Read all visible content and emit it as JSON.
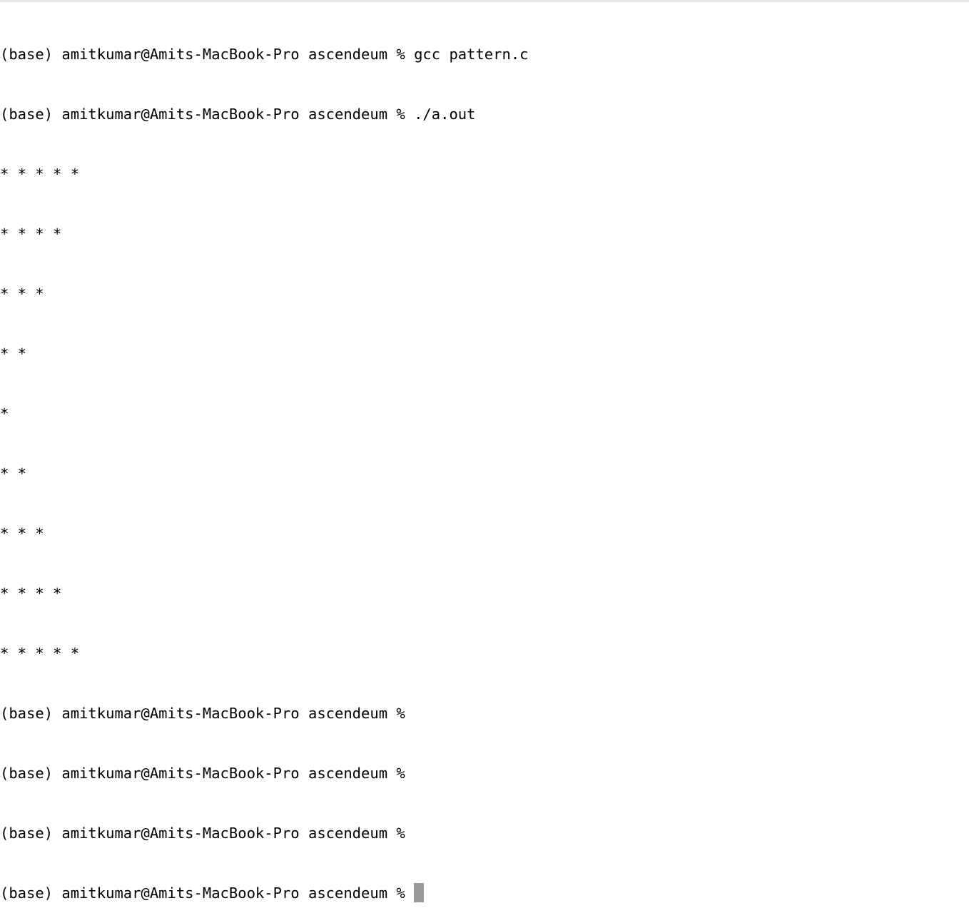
{
  "terminal": {
    "lines": [
      "(base) amitkumar@Amits-MacBook-Pro ascendeum % gcc pattern.c",
      "(base) amitkumar@Amits-MacBook-Pro ascendeum % ./a.out",
      "* * * * * ",
      "* * * * ",
      "* * * ",
      "* * ",
      "* ",
      "* * ",
      "* * * ",
      "* * * * ",
      "* * * * * ",
      "(base) amitkumar@Amits-MacBook-Pro ascendeum %",
      "(base) amitkumar@Amits-MacBook-Pro ascendeum %",
      "(base) amitkumar@Amits-MacBook-Pro ascendeum %",
      "(base) amitkumar@Amits-MacBook-Pro ascendeum % "
    ],
    "text_color": "#000000",
    "background_color": "#ffffff",
    "cursor_color": "#999999"
  }
}
